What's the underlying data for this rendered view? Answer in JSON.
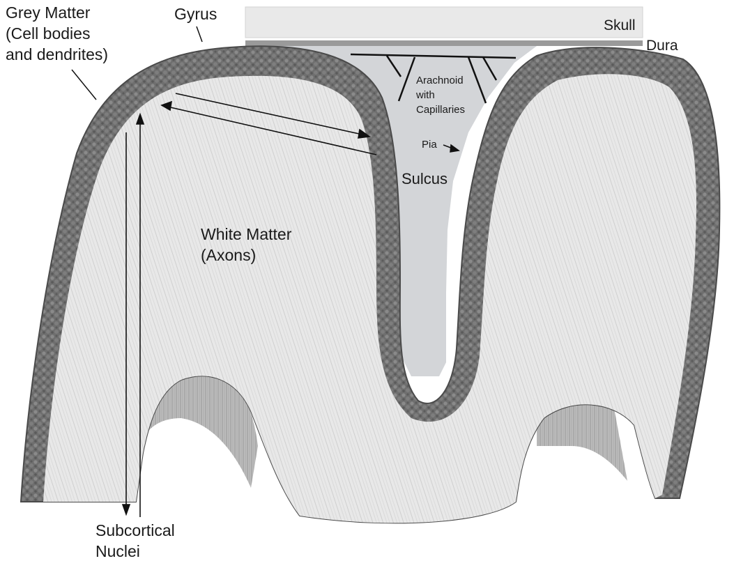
{
  "labels": {
    "grey_matter_line1": "Grey Matter",
    "grey_matter_line2": "(Cell bodies",
    "grey_matter_line3": "and dendrites)",
    "gyrus": "Gyrus",
    "skull": "Skull",
    "dura": "Dura",
    "arachnoid_line1": "Arachnoid",
    "arachnoid_line2": "with",
    "arachnoid_line3": "Capillaries",
    "pia": "Pia",
    "sulcus": "Sulcus",
    "white_matter_line1": "White Matter",
    "white_matter_line2": "(Axons)",
    "subcortical_line1": "Subcortical",
    "subcortical_line2": "Nuclei"
  },
  "colors": {
    "grey_matter": "#6e6e6e",
    "grey_matter_dark": "#4a4a4a",
    "white_matter": "#e6e6e6",
    "csf_space": "#d3d5d8",
    "skull": "#e9e9e9",
    "dura": "#9a9a9a",
    "line": "#111111"
  }
}
